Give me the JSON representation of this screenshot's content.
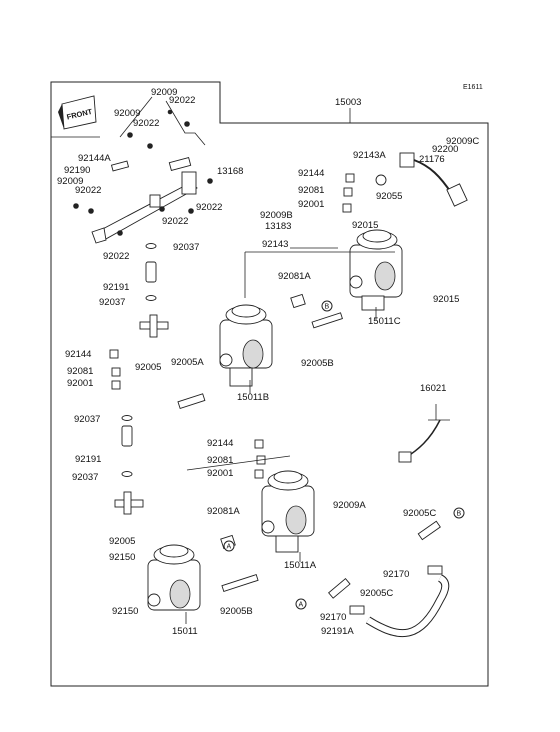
{
  "diagram": {
    "code": "E1611",
    "front_label": "FRONT",
    "group_label": "15003",
    "labels": [
      {
        "text": "92009"
      },
      {
        "text": "92022"
      },
      {
        "text": "92009"
      },
      {
        "text": "92022"
      },
      {
        "text": "92144A"
      },
      {
        "text": "92190"
      },
      {
        "text": "92009"
      },
      {
        "text": "92022"
      },
      {
        "text": "13168"
      },
      {
        "text": "92022"
      },
      {
        "text": "92022"
      },
      {
        "text": "92022"
      },
      {
        "text": "92037"
      },
      {
        "text": "92191"
      },
      {
        "text": "92037"
      },
      {
        "text": "92144"
      },
      {
        "text": "92081"
      },
      {
        "text": "92001"
      },
      {
        "text": "92005"
      },
      {
        "text": "92005A"
      },
      {
        "text": "15011B"
      },
      {
        "text": "92009B"
      },
      {
        "text": "13183"
      },
      {
        "text": "92143"
      },
      {
        "text": "92081A"
      },
      {
        "text": "92005B"
      },
      {
        "text": "92144"
      },
      {
        "text": "92081"
      },
      {
        "text": "92001"
      },
      {
        "text": "92143A"
      },
      {
        "text": "92055"
      },
      {
        "text": "92009C"
      },
      {
        "text": "92200"
      },
      {
        "text": "21176"
      },
      {
        "text": "92015"
      },
      {
        "text": "92015"
      },
      {
        "text": "15011C"
      },
      {
        "text": "16021"
      },
      {
        "text": "92037"
      },
      {
        "text": "92191"
      },
      {
        "text": "92037"
      },
      {
        "text": "92005"
      },
      {
        "text": "92150"
      },
      {
        "text": "92150"
      },
      {
        "text": "15011"
      },
      {
        "text": "92144"
      },
      {
        "text": "92081"
      },
      {
        "text": "92001"
      },
      {
        "text": "92081A"
      },
      {
        "text": "92005B"
      },
      {
        "text": "15011A"
      },
      {
        "text": "92009A"
      },
      {
        "text": "92005C"
      },
      {
        "text": "92170"
      },
      {
        "text": "92005C"
      },
      {
        "text": "92170"
      },
      {
        "text": "92191A"
      }
    ],
    "callouts": [
      "B",
      "A",
      "A",
      "B"
    ]
  }
}
